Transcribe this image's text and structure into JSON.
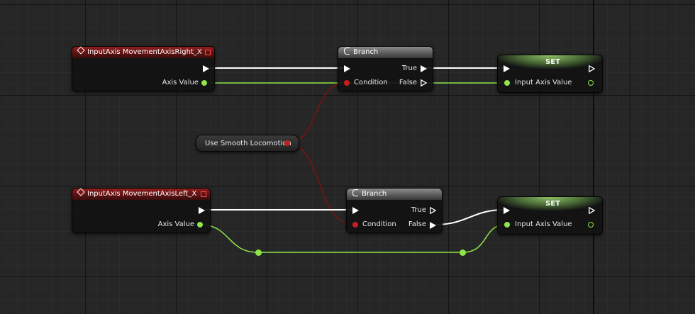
{
  "nodes": {
    "input_right": {
      "title": "InputAxis MovementAxisRight_X",
      "axis_label": "Axis Value"
    },
    "input_left": {
      "title": "InputAxis MovementAxisLeft_X",
      "axis_label": "Axis Value"
    },
    "branch_top": {
      "title": "Branch",
      "condition_label": "Condition",
      "true_label": "True",
      "false_label": "False"
    },
    "branch_bottom": {
      "title": "Branch",
      "condition_label": "Condition",
      "true_label": "True",
      "false_label": "False"
    },
    "set_top": {
      "title": "SET",
      "input_label": "Input Axis Value"
    },
    "set_bottom": {
      "title": "SET",
      "input_label": "Input Axis Value"
    },
    "variable": {
      "label": "Use Smooth Locomotion"
    }
  },
  "colors": {
    "exec_wire": "#ffffff",
    "float_wire": "#8ee44a",
    "bool_wire": "#8c1414",
    "event_header": "#7a1a1a",
    "branch_header": "#6e6e6e",
    "set_header": "#6f9a4e"
  },
  "icons": {
    "event": "event-diamond-icon",
    "branch": "branch-icon",
    "close": "close-icon"
  }
}
